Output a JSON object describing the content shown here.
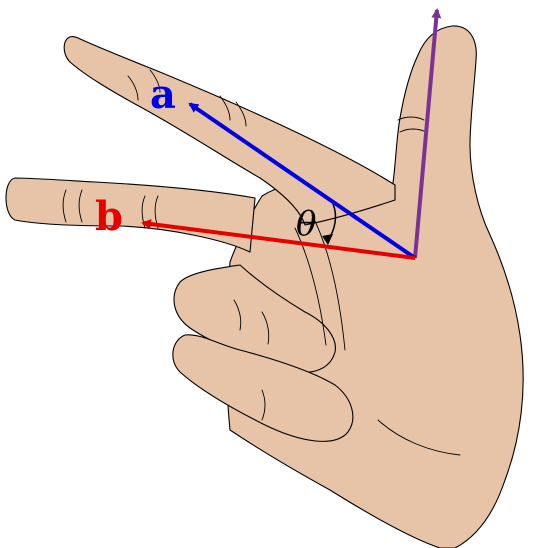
{
  "diagram": {
    "vector_a": {
      "label": "a",
      "color": "#0000e6"
    },
    "vector_b": {
      "label": "b",
      "color": "#e60000"
    },
    "normal_vector": {
      "label": "",
      "color": "#7b3294"
    },
    "angle": {
      "label": "θ",
      "color": "#000000"
    },
    "hand": {
      "skin_color": "#e7c4a7"
    }
  }
}
